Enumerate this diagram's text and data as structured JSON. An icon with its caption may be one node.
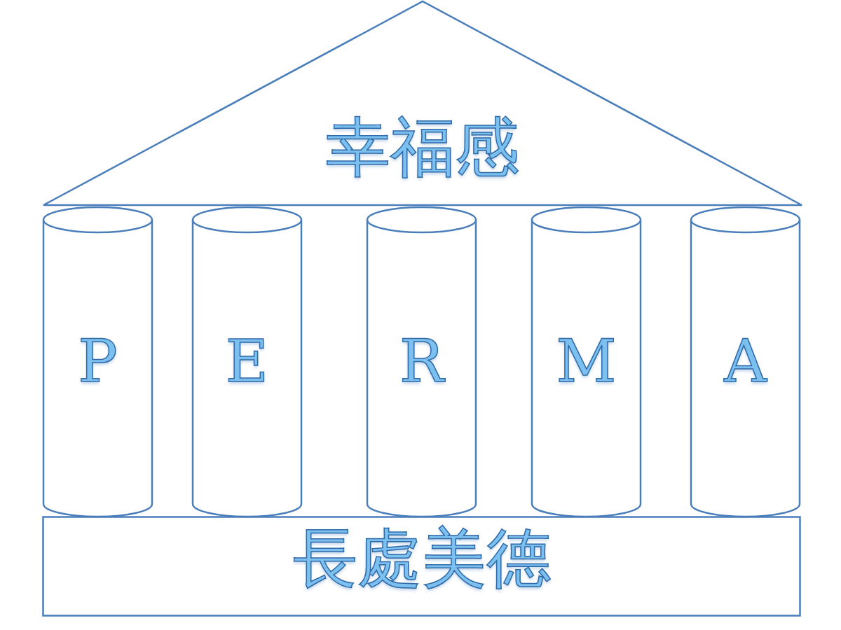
{
  "diagram": {
    "nodes": [
      {
        "text": [
          "幸福感"
        ]
      },
      {
        "text": [
          "P"
        ]
      },
      {
        "text": [
          "E"
        ]
      },
      {
        "text": [
          "R"
        ]
      },
      {
        "text": [
          "M"
        ]
      },
      {
        "text": [
          "A"
        ]
      },
      {
        "text": [
          "長處美德"
        ]
      }
    ]
  }
}
